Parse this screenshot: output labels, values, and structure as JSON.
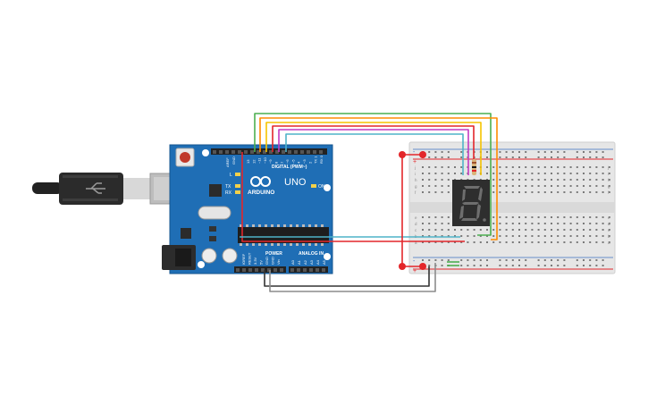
{
  "arduino": {
    "logo_text": "ARDUINO",
    "model": "UNO",
    "digital_header": "DIGITAL (PWM~)",
    "power_header": "POWER",
    "analog_header": "ANALOG IN",
    "on_label": "ON",
    "tx_label": "TX",
    "rx_label": "RX",
    "l_label": "L",
    "aref_label": "AREF",
    "gnd_label": "GND",
    "ioref_label": "IOREF",
    "reset_label": "RESET",
    "v33_label": "3.3V",
    "v5_label": "5V",
    "vin_label": "Vin",
    "digital_pins": [
      "13",
      "12",
      "~11",
      "~10",
      "~9",
      "8",
      "7",
      "~6",
      "~5",
      "4",
      "~3",
      "2",
      "TX 1",
      "RX 0"
    ],
    "analog_pins": [
      "A0",
      "A1",
      "A2",
      "A3",
      "A4",
      "A5"
    ]
  },
  "breadboard": {
    "rail_plus": "+",
    "rail_minus": "-",
    "row_letters_top": [
      "j",
      "i",
      "h",
      "g",
      "f"
    ],
    "row_letters_bottom": [
      "e",
      "d",
      "c",
      "b",
      "a"
    ]
  },
  "display": {
    "digit": "8",
    "decimal_point": "."
  },
  "wire_colors": {
    "red": "#e3262a",
    "black": "#333333",
    "gray": "#8c8c8c",
    "green": "#4caf50",
    "orange": "#ff8c00",
    "yellow": "#f5c400",
    "magenta": "#c23bc2",
    "cyan": "#4fb3c8",
    "board": "#1f6eb5"
  }
}
